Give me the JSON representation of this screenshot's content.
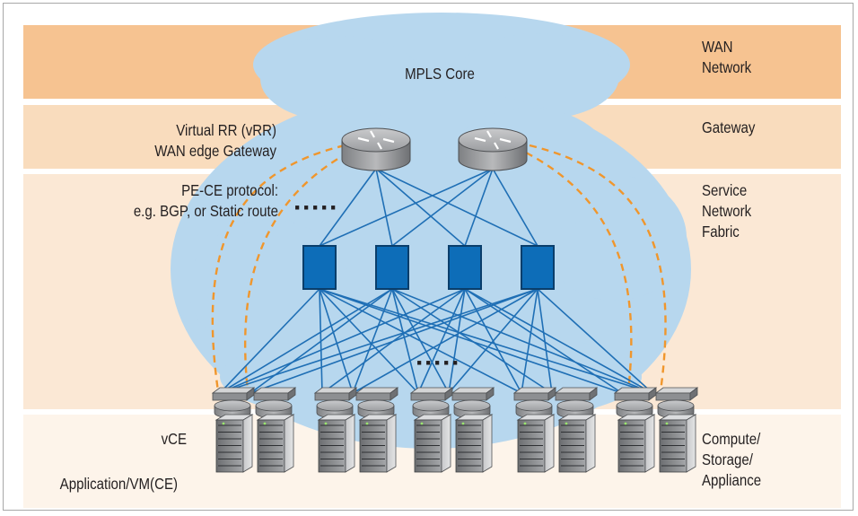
{
  "diagram": {
    "layers": {
      "wan": "WAN\nNetwork",
      "gateway": "Gateway",
      "fabric": "Service\nNetwork\nFabric",
      "compute": "Compute/\nStorage/\nAppliance"
    },
    "labels": {
      "mpls_core": "MPLS Core",
      "vrr": [
        "Virtual RR (vRR)",
        "WAN edge Gateway"
      ],
      "pe_ce": [
        "PE-CE protocol:",
        "e.g. BGP, or Static route"
      ],
      "vce": "vCE",
      "app_vm": "Application/VM(CE)"
    },
    "ellipsis": "·····",
    "colors": {
      "wan_band": "#f6c391",
      "gateway_band": "#f9dcbd",
      "fabric_band": "#fbe8d5",
      "compute_band": "#fdf4ea",
      "cloud": "#b7d7ee",
      "link": "#1f6fb5",
      "switch": "#0d6db8",
      "dashed": "#f0962c",
      "router": "#9d9fa2"
    },
    "counts": {
      "gateway_routers": 2,
      "fabric_switches": 4,
      "rack_pairs": 5
    }
  }
}
